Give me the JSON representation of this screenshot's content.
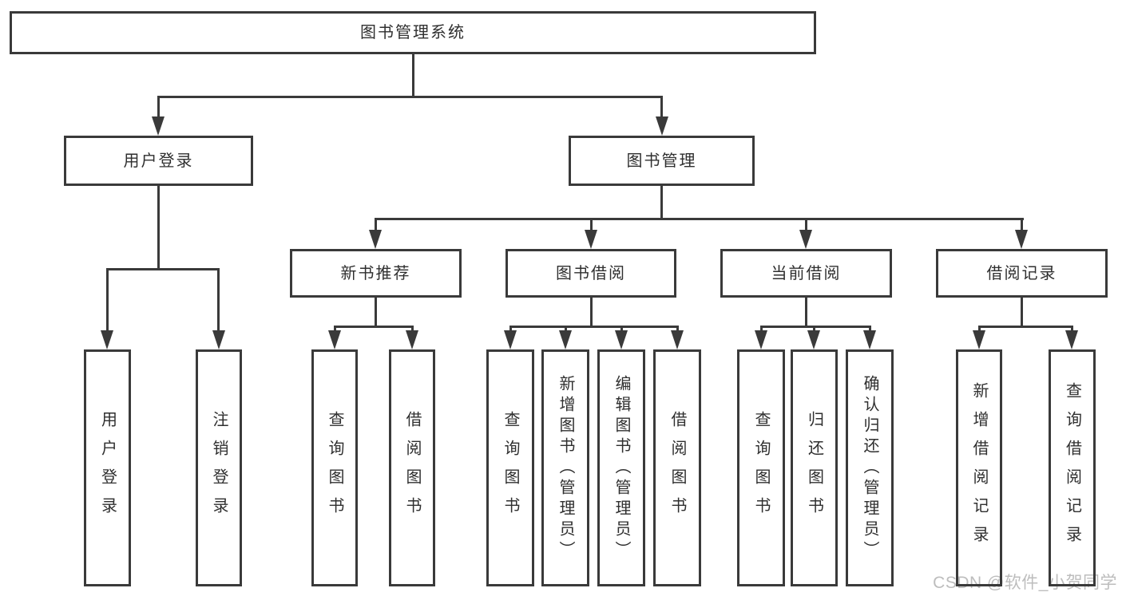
{
  "colors": {
    "line": "#3a3a3a",
    "text": "#2f2f2f",
    "watermark": "#bdbdbd",
    "background": "#ffffff"
  },
  "watermark": {
    "text": "CSDN @软件_小贺同学"
  },
  "nodes": {
    "root": "图书管理系统",
    "user_login": "用户登录",
    "book_mgmt": "图书管理",
    "new_book": "新书推荐",
    "book_borrow": "图书借阅",
    "current_borrow": "当前借阅",
    "borrow_record": "借阅记录",
    "leaf_user_login": "用户登录",
    "leaf_logout": "注销登录",
    "nb_query": "查询图书",
    "nb_borrow": "借阅图书",
    "bb_query": "查询图书",
    "bb_add": "新增图书（管理员）",
    "bb_edit": "编辑图书（管理员）",
    "bb_borrow": "借阅图书",
    "cb_query": "查询图书",
    "cb_return": "归还图书",
    "cb_confirm": "确认归还（管理员）",
    "br_add": "新增借阅记录",
    "br_query": "查询借阅记录"
  },
  "hierarchy": {
    "图书管理系统": {
      "用户登录": [
        "用户登录",
        "注销登录"
      ],
      "图书管理": {
        "新书推荐": [
          "查询图书",
          "借阅图书"
        ],
        "图书借阅": [
          "查询图书",
          "新增图书（管理员）",
          "编辑图书（管理员）",
          "借阅图书"
        ],
        "当前借阅": [
          "查询图书",
          "归还图书",
          "确认归还（管理员）"
        ],
        "借阅记录": [
          "新增借阅记录",
          "查询借阅记录"
        ]
      }
    }
  }
}
